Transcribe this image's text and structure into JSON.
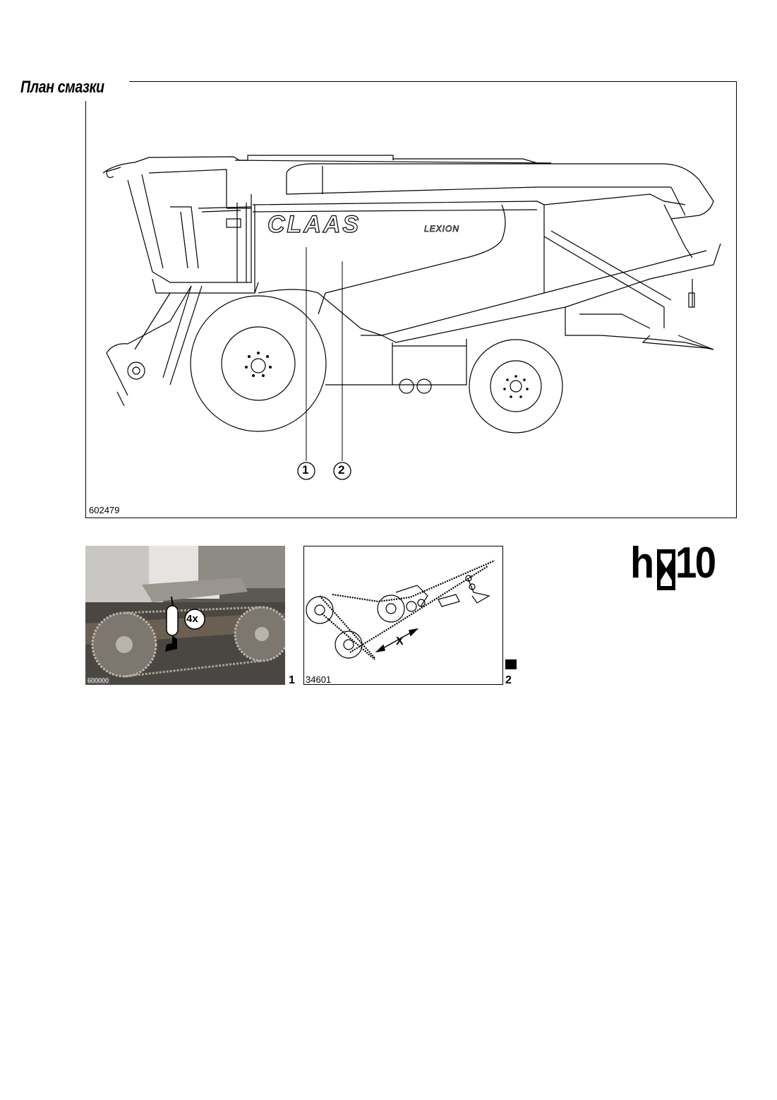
{
  "page": {
    "title": "План смазки"
  },
  "main_figure": {
    "code": "602479",
    "brand_text": "CLAAS",
    "model_text": "LEXION",
    "callouts": [
      "1",
      "2"
    ]
  },
  "figure1": {
    "code": "600000",
    "number": "1",
    "label": "4x"
  },
  "figure2": {
    "code": "34601",
    "number": "2",
    "dimension_label": "X",
    "marker": "filled-square"
  },
  "interval_badge": {
    "prefix": "h",
    "icon": "hourglass-icon",
    "value": "10"
  }
}
